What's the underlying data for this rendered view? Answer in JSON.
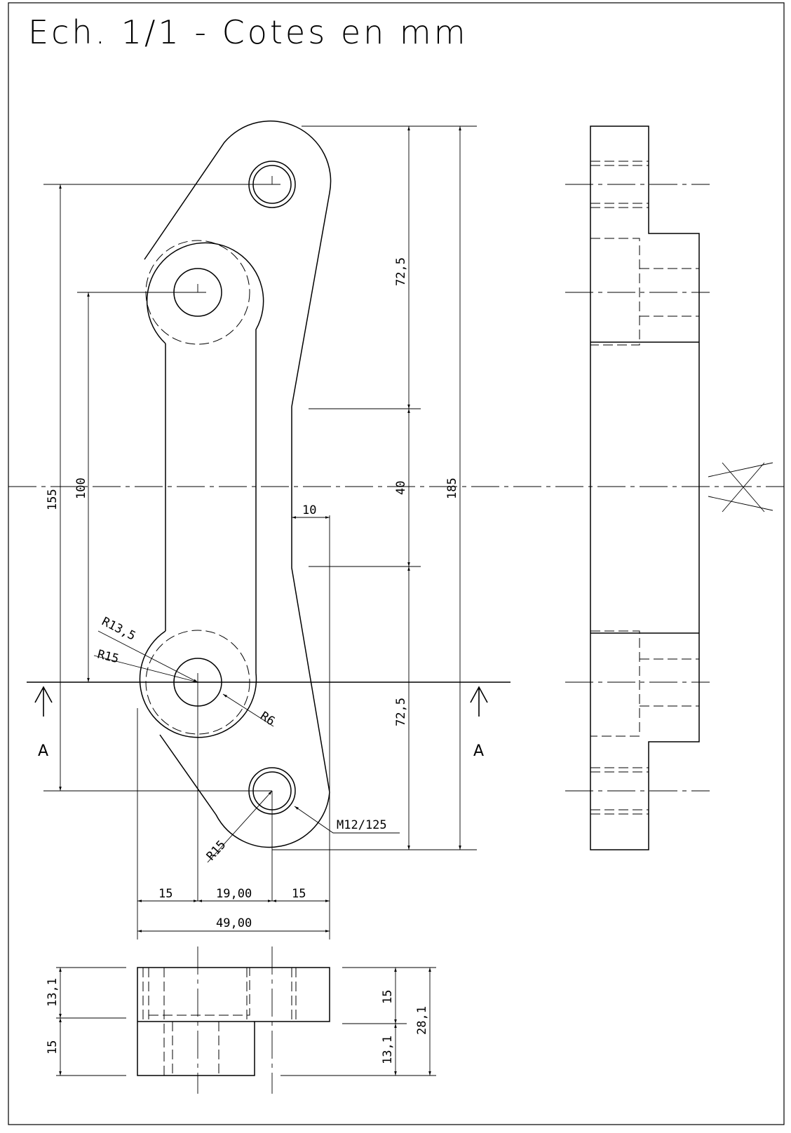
{
  "title": "Ech. 1/1 - Cotes en mm",
  "section_label": "A",
  "dimensions": {
    "d155": "155",
    "d100": "100",
    "d72_5_top": "72,5",
    "d40": "40",
    "d185": "185",
    "d72_5_bottom": "72,5",
    "d10": "10",
    "r13_5": "R13,5",
    "r15_left": "R15",
    "r6": "R6",
    "r15_bottom": "R15",
    "m12": "M12/125",
    "w15_left": "15",
    "w19": "19,00",
    "w15_right": "15",
    "w49": "49,00",
    "h13_1_left": "13,1",
    "h15_left": "15",
    "h15_right": "15",
    "h13_1_right": "13,1",
    "h28_1": "28,1"
  }
}
